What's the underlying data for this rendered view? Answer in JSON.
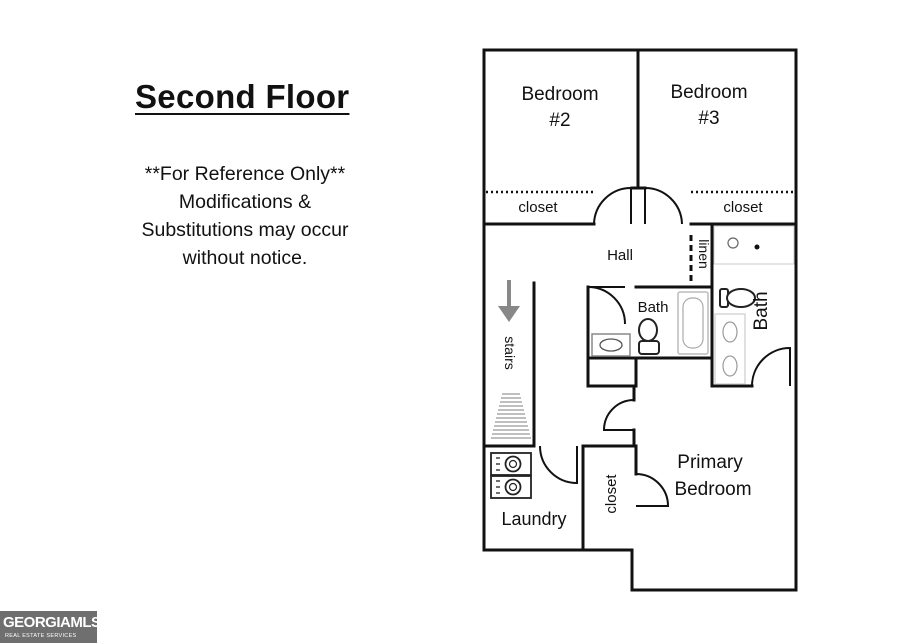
{
  "heading": {
    "title": "Second Floor",
    "note_lines": [
      "**For Reference Only**",
      "Modifications &",
      "Substitutions may occur",
      "without notice."
    ]
  },
  "rooms": {
    "bedroom2": [
      "Bedroom",
      "#2"
    ],
    "bedroom3": [
      "Bedroom",
      "#3"
    ],
    "closet_b2": "closet",
    "closet_b3": "closet",
    "hall": "Hall",
    "linen": "linen",
    "bath_hall": "Bath",
    "bath_primary": "Bath",
    "stairs": "stairs",
    "primary": [
      "Primary",
      "Bedroom"
    ],
    "closet_primary": "closet",
    "laundry": "Laundry"
  },
  "watermark": {
    "logo": "GEORGIAMLS",
    "subtitle": "REAL ESTATE SERVICES"
  }
}
